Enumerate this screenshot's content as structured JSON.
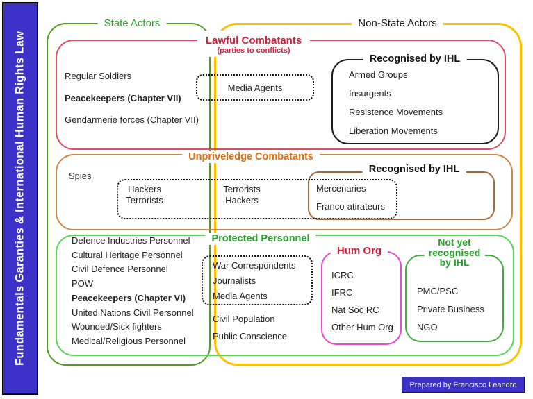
{
  "colors": {
    "sidebar_blue": "#3c32c8",
    "state_actors_green": "#569b1f",
    "label_green": "#2fa42c",
    "non_state_yellow": "#ffc000",
    "lawful_border_red": "#e24b64",
    "lawful_title_red": "#d51f3c",
    "unprivileged_title_orange": "#e36c0a",
    "unprivileged_border": "#cf8748",
    "recognised_brown": "#a8693a",
    "protected_green": "#55d655",
    "hum_org_pink": "#ef46d2",
    "not_yet_green": "#3fac3f",
    "body_text": "#1f1f1f"
  },
  "sidebar": {
    "title": "Fundamentals Garanties & International Human Rights Law"
  },
  "header": {
    "state_actors": "State Actors",
    "non_state_actors": "Non-State Actors"
  },
  "lawful": {
    "title": "Lawful Combatants",
    "subtitle": "(parties to conflicts)",
    "state_items": [
      "Regular Soldiers",
      "Peacekeepers (Chapter VII)",
      "Gendarmerie forces (Chapter VII)"
    ],
    "media_agents": "Media Agents",
    "recognised": {
      "title": "Recognised by IHL",
      "items": [
        "Armed Groups",
        "Insurgents",
        "Resistence Movements",
        "Liberation Movements"
      ]
    }
  },
  "unprivileged": {
    "title": "Unpriveledge Combatants",
    "spies": "Spies",
    "dashed": {
      "col1": [
        "Hackers",
        "Terrorists"
      ],
      "col2": [
        "Terrorists",
        "Hackers"
      ],
      "col3": [
        "Mercenaries",
        "Franco-atirateurs"
      ]
    },
    "recognised_title": "Recognised by IHL"
  },
  "protected": {
    "title": "Protected Personnel",
    "state_items": [
      "Defence Industries Personnel",
      "Cultural Heritage Personnel",
      "Civil Defence Personnel",
      "POW",
      "Peacekeepers (Chapter VI)",
      "United Nations Civil Personnel",
      "Wounded/Sick fighters",
      "Medical/Religious Personnel"
    ],
    "dashed_items": [
      "War Correspondents",
      "Journalists",
      "Media Agents"
    ],
    "civil_items": [
      "Civil Population",
      "Public Conscience"
    ],
    "hum_org": {
      "title": "Hum Org",
      "items": [
        "ICRC",
        "IFRC",
        "Nat Soc RC",
        "Other Hum Org"
      ]
    },
    "not_yet": {
      "title_lines": [
        "Not yet",
        "recognised",
        "by IHL"
      ],
      "items": [
        "PMC/PSC",
        "Private Business",
        "NGO"
      ]
    }
  },
  "footer": {
    "credit": "Prepared by Francisco Leandro"
  }
}
